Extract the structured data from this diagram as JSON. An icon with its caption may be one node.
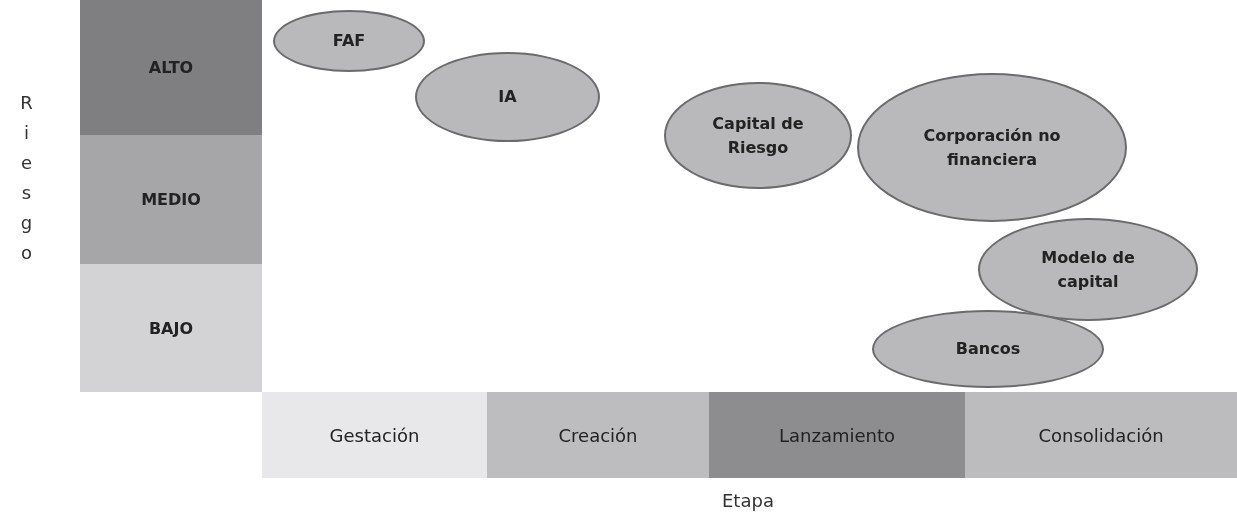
{
  "diagram": {
    "nodes": [
      {
        "text": [
          "ALTO"
        ]
      },
      {
        "text": [
          "MEDIO"
        ]
      },
      {
        "text": [
          "BAJO"
        ]
      },
      {
        "text": [
          "FAF"
        ]
      },
      {
        "text": [
          "IA"
        ]
      },
      {
        "text": [
          "Capital de Riesgo"
        ]
      },
      {
        "text": [
          "Corporación no financiera"
        ]
      },
      {
        "text": [
          "Modelo de capital"
        ]
      },
      {
        "text": [
          "Bancos"
        ]
      },
      {
        "text": [
          "Gestación"
        ]
      },
      {
        "text": [
          "Creación"
        ]
      },
      {
        "text": [
          "Lanzamiento"
        ]
      },
      {
        "text": [
          "Consolidación"
        ]
      }
    ],
    "labels": [
      "Riesgo",
      "Etapa"
    ]
  }
}
